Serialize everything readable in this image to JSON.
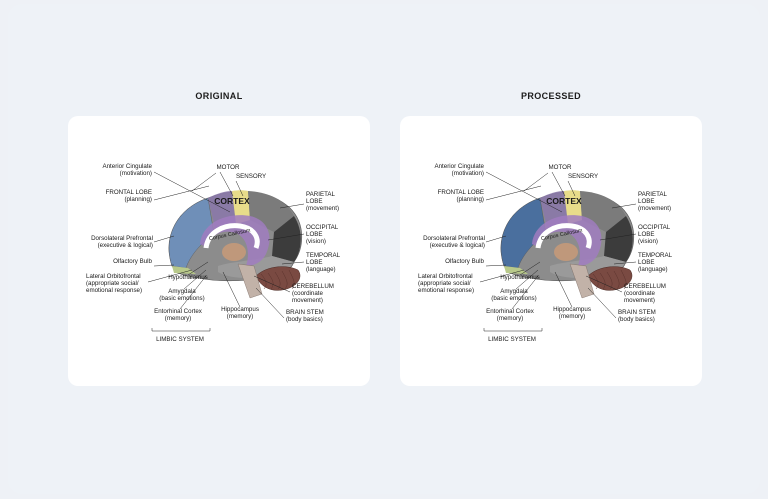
{
  "titles": {
    "left": "ORIGINAL",
    "right": "PROCESSED"
  },
  "labels": {
    "anterior_cingulate": [
      "Anterior Cingulate",
      "(motivation)"
    ],
    "motor": [
      "MOTOR"
    ],
    "sensory": [
      "SENSORY"
    ],
    "frontal_lobe": [
      "FRONTAL LOBE",
      "(planning)"
    ],
    "parietal_lobe": [
      "PARIETAL",
      "LOBE",
      "(movement)"
    ],
    "cortex": [
      "CORTEX"
    ],
    "corpus_callosum": [
      "Corpus Callosum"
    ],
    "dorsolateral": [
      "Dorsolateral Prefrontal",
      "(executive & logical)"
    ],
    "occipital_lobe": [
      "OCCIPITAL",
      "LOBE",
      "(vision)"
    ],
    "temporal_lobe": [
      "TEMPORAL",
      "LOBE",
      "(language)"
    ],
    "olfactory_bulb": [
      "Olfactory Bulb"
    ],
    "hypothalamus": [
      "Hypothalamus"
    ],
    "lateral_orbitofrontal": [
      "Lateral Orbitofrontal",
      "(appropriate social/",
      "emotional response)"
    ],
    "amygdala": [
      "Amygdala",
      "(basic emotions)"
    ],
    "cerebellum": [
      "CEREBELLUM",
      "(coordinate",
      "movement)"
    ],
    "entorhinal_cortex": [
      "Entorhinal Cortex",
      "(memory)"
    ],
    "hippocampus": [
      "Hippocampus",
      "(memory)"
    ],
    "brain_stem": [
      "BRAIN STEM",
      "(body basics)"
    ],
    "limbic_system": [
      "LIMBIC SYSTEM"
    ]
  },
  "colors": {
    "frontal": "#6f8fb8",
    "frontal_processed": "#4a6f9e",
    "motor": "#8a78a8",
    "sensory": "#e8dc8a",
    "parietal": "#7b7b7b",
    "occipital": "#3c3c3c",
    "temporal": "#9a9a9a",
    "cerebellum": "#7a4a42",
    "limbic": "#a07cc0",
    "inner": "#c89a78",
    "olfactory": "#b8c98a",
    "stem": "#c2b2a8"
  }
}
